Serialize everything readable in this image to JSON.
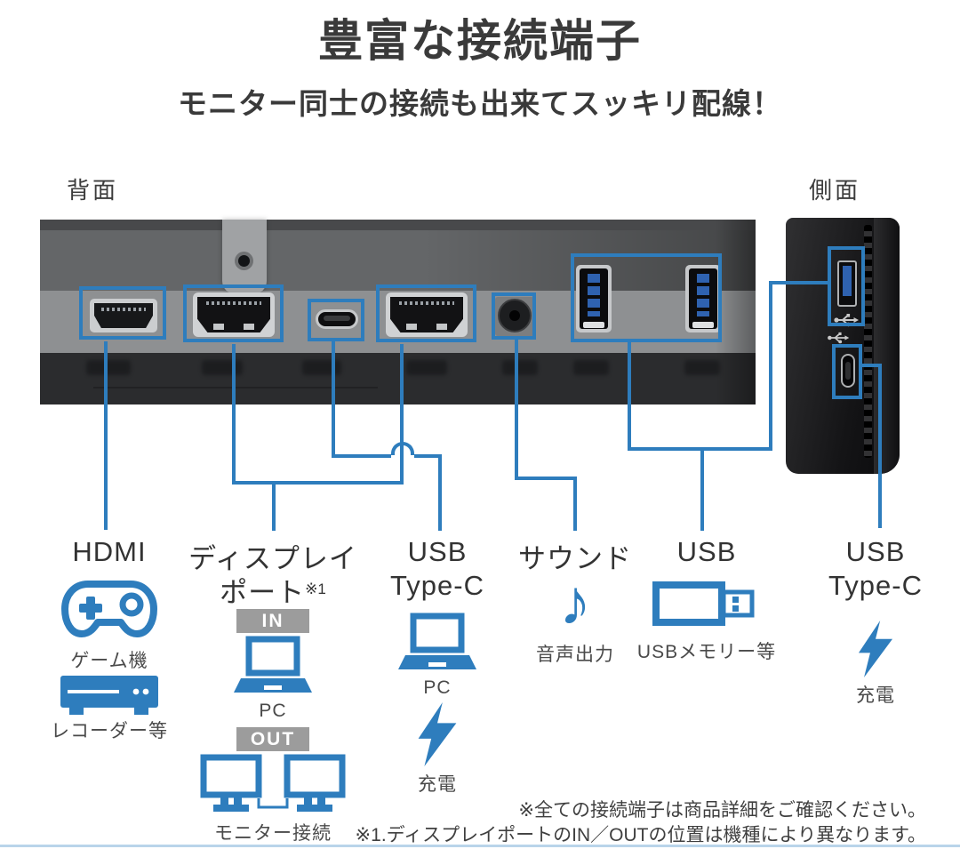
{
  "title": "豊富な接続端子",
  "subtitle": "モニター同士の接続も出来てスッキリ配線！",
  "back_label": "背面",
  "side_label": "側面",
  "accent_color": "#2e7dbd",
  "columns": {
    "hdmi": {
      "title": "HDMI",
      "items": [
        {
          "icon": "gamepad-icon",
          "caption": "ゲーム機"
        },
        {
          "icon": "recorder-icon",
          "caption": "レコーダー等"
        }
      ]
    },
    "displayport": {
      "title_line1": "ディスプレイ",
      "title_line2": "ポート",
      "title_note": "※1",
      "in_badge": "IN",
      "pc_caption": "PC",
      "out_badge": "OUT",
      "monitors_caption": "モニター接続"
    },
    "usbc_back": {
      "title_line1": "USB",
      "title_line2": "Type-C",
      "pc_caption": "PC",
      "charge_caption": "充電"
    },
    "sound": {
      "title": "サウンド",
      "note_glyph": "♪",
      "caption": "音声出力"
    },
    "usb": {
      "title": "USB",
      "caption": "USBメモリー等"
    },
    "usbc_side": {
      "title_line1": "USB",
      "title_line2": "Type-C",
      "charge_caption": "充電"
    }
  },
  "footnotes": [
    "※全ての接続端子は商品詳細をご確認ください。",
    "※1.ディスプレイポートのIN／OUTの位置は機種により異なります。"
  ]
}
